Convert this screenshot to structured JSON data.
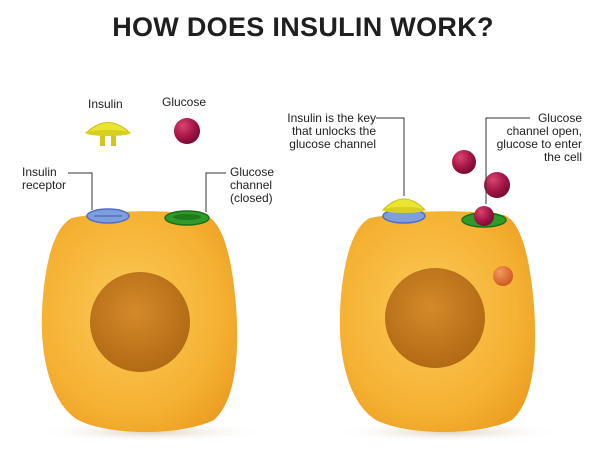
{
  "title": "HOW DOES INSULIN WORK?",
  "labels": {
    "legend_insulin": "Insulin",
    "legend_glucose": "Glucose",
    "insulin_receptor": "Insulin\nreceptor",
    "glucose_channel_closed": "Glucose\nchannel\n(closed)",
    "insulin_key": "Insulin is the key\nthat unlocks the\nglucose channel",
    "glucose_channel_open": "Glucose\nchannel open,\nglucose to enter\nthe cell"
  },
  "colors": {
    "cell": "#f6b63a",
    "nucleus": "#c47b1e",
    "insulin": "#e8e62c",
    "glucose": "#a8164a",
    "receptor": "#7f9ee0",
    "channel": "#2f9a2a",
    "glucose_inside": "#e0723a"
  }
}
